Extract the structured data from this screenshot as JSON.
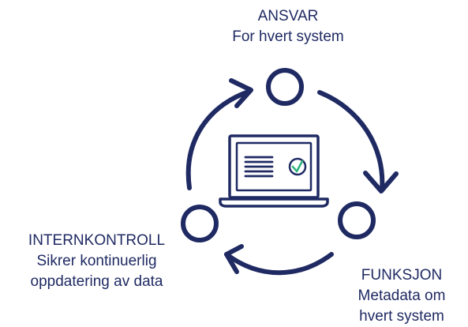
{
  "nodes": {
    "ansvar": {
      "title": "ANSVAR",
      "subtitle": "For hvert system"
    },
    "funksjon": {
      "title": "FUNKSJON",
      "subtitle_1": "Metadata om",
      "subtitle_2": "hvert system"
    },
    "internkontroll": {
      "title": "INTERNKONTROLL",
      "subtitle_1": "Sikrer kontinuerlig",
      "subtitle_2": "oppdatering av data"
    }
  },
  "colors": {
    "primary": "#1f2a63",
    "accent": "#2bb37a"
  },
  "icons": {
    "center": "laptop-icon",
    "check": "check-circle-icon"
  }
}
